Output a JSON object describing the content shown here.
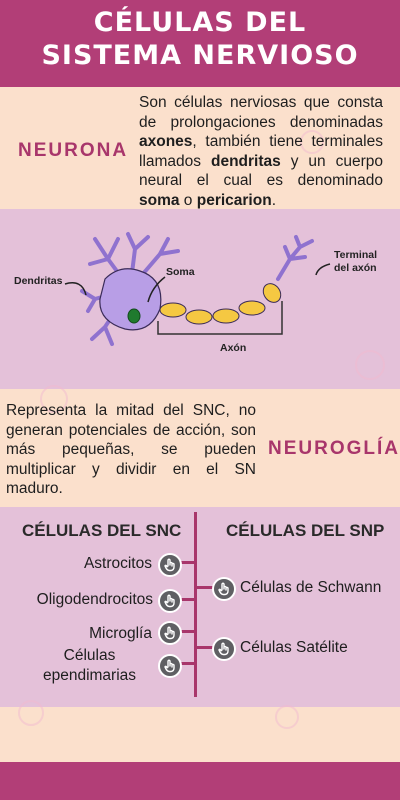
{
  "header": {
    "title_line1": "CÉLULAS DEL",
    "title_line2": "SISTEMA NERVIOSO"
  },
  "neurona": {
    "title": "NEURONA",
    "text": [
      "Son células nerviosas que consta de prolongaciones denominadas ",
      {
        "b": "axones"
      },
      ", también tiene terminales llamados ",
      {
        "b": "dendritas"
      },
      " y un cuerpo neural el cual es denominado ",
      {
        "b": "soma"
      },
      " o ",
      {
        "b": "pericarion"
      },
      "."
    ]
  },
  "diagram": {
    "labels": {
      "dendritas": "Dendritas",
      "soma": "Soma",
      "axon": "Axón",
      "terminal": "Terminal del axón"
    }
  },
  "neuroglia": {
    "title": "NEUROGLÍA",
    "text": "Representa la mitad del SNC, no generan potenciales de acción, son más pequeñas, se pueden multiplicar y dividir en el SN maduro."
  },
  "columns": {
    "snc": {
      "title": "CÉLULAS DEL SNC",
      "items": [
        "Astrocitos",
        "Oligodendrocitos",
        "Microglía",
        "Células ependimarias"
      ]
    },
    "snp": {
      "title": "CÉLULAS DEL SNP",
      "items": [
        "Células de Schwann",
        "Células Satélite"
      ]
    }
  },
  "colors": {
    "magenta": "#b23e77",
    "peach": "#fbe0cc",
    "lavender": "#e4c1d9",
    "neuron": "#b89ee6",
    "axon_segment": "#f5c842"
  },
  "icons": {
    "bullet": "hand-pointer-icon"
  }
}
